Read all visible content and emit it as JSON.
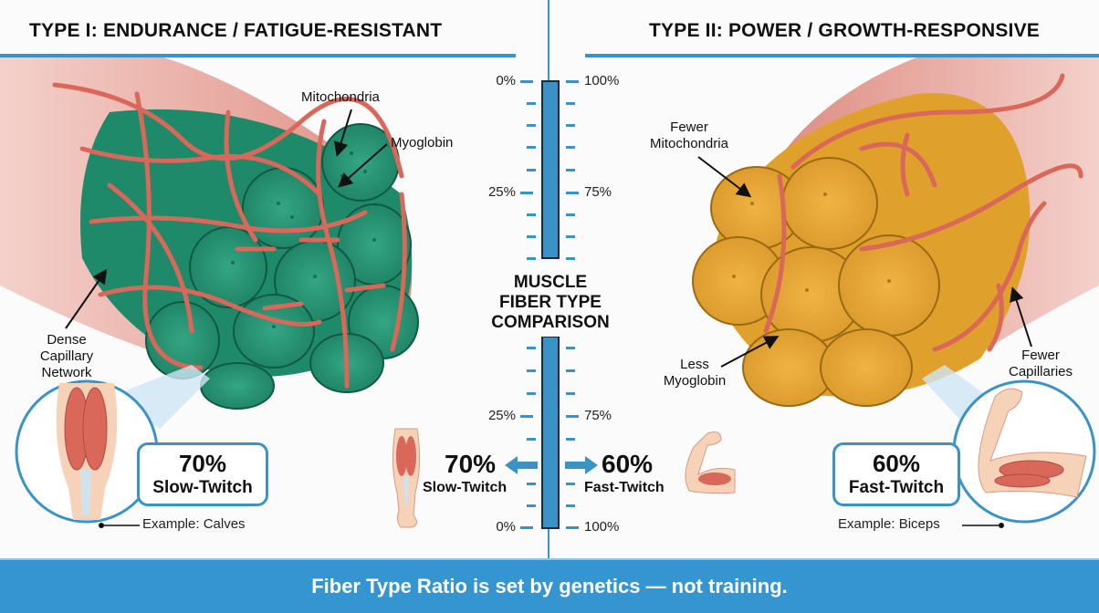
{
  "headers": {
    "left": "TYPE I: ENDURANCE / FATIGUE-RESISTANT",
    "right": "TYPE II: POWER / GROWTH-RESPONSIVE"
  },
  "center": {
    "title_lines": [
      "MUSCLE",
      "FIBER TYPE",
      "COMPARISON"
    ],
    "gauge_top": {
      "left_labels": [
        "0%",
        "25%"
      ],
      "right_labels": [
        "100%",
        "75%"
      ]
    },
    "gauge_bottom": {
      "left_labels": [
        "25%",
        "0%"
      ],
      "right_labels": [
        "75%",
        "100%"
      ]
    },
    "slow_pct": "70%",
    "slow_label": "Slow-Twitch",
    "fast_pct": "60%",
    "fast_label": "Fast-Twitch"
  },
  "type1": {
    "annotations": {
      "mitochondria": "Mitochondria",
      "myoglobin": "Myoglobin",
      "capillary_lines": [
        "Dense",
        "Capillary",
        "Network"
      ]
    },
    "box": {
      "pct": "70%",
      "label": "Slow-Twitch"
    },
    "example": "Example: Calves",
    "fiber_color": "#1f8a6a",
    "icon": "calf-muscle-icon"
  },
  "type2": {
    "annotations": {
      "mitochondria_lines": [
        "Fewer",
        "Mitochondria"
      ],
      "myoglobin_lines": [
        "Less",
        "Myoglobin"
      ],
      "capillary_lines": [
        "Fewer",
        "Capillaries"
      ]
    },
    "box": {
      "pct": "60%",
      "label": "Fast-Twitch"
    },
    "example": "Example: Biceps",
    "fiber_color": "#e0a02c",
    "icon": "biceps-muscle-icon"
  },
  "footer": {
    "text": "Fiber Type Ratio is set by genetics — not training."
  },
  "colors": {
    "accent_blue": "#3a93c6",
    "footer_blue": "#3595d0",
    "capillary_red": "#d9675a",
    "muscle_pink": "#e7a29a",
    "slow_fiber_green": "#1f8a6a",
    "fast_fiber_gold": "#e0a02c"
  }
}
